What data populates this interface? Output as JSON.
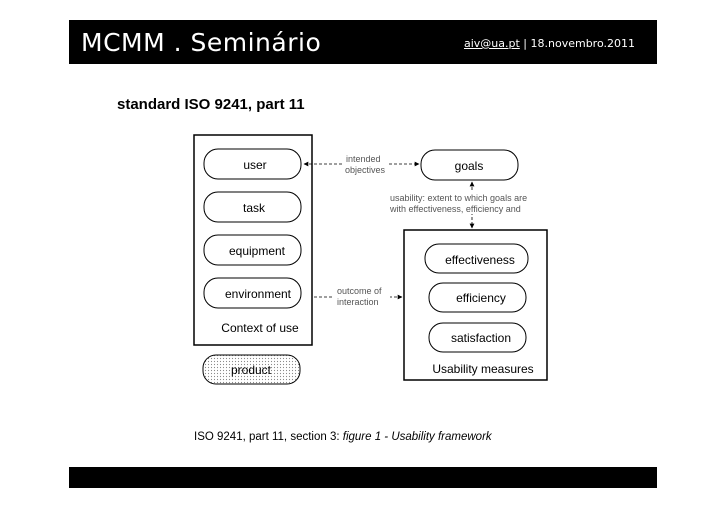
{
  "header": {
    "title": "MCMM . Seminário",
    "email": "aiv@ua.pt",
    "separator": "|",
    "date": "18.novembro.2011"
  },
  "section_title": "standard ISO 9241, part 11",
  "diagram": {
    "context_items": [
      "user",
      "task",
      "equipment",
      "environment"
    ],
    "context_label": "Context of use",
    "product": "product",
    "goals": "goals",
    "intended_objectives": [
      "intended",
      "objectives"
    ],
    "usability_definition": [
      "usability: extent to which goals are",
      "with effectiveness, efficiency and"
    ],
    "outcome_of_interaction": [
      "outcome of",
      "interaction"
    ],
    "measures": [
      "effectiveness",
      "efficiency",
      "satisfaction"
    ],
    "measures_label": "Usability measures"
  },
  "caption": {
    "prefix": "ISO 9241, part 11, section 3: ",
    "figure": "figure 1 - Usability framework"
  }
}
